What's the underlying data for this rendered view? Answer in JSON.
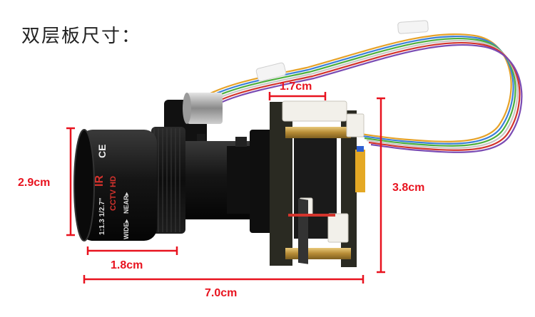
{
  "title": "双层板尺寸：",
  "dimensions": {
    "board_width": "1.7cm",
    "lens_height": "2.9cm",
    "board_height": "3.8cm",
    "lens_length": "1.8cm",
    "total_length": "7.0cm"
  },
  "lens_markings": {
    "ir": "IR",
    "ce": "CE",
    "cctv": "CCTV HD",
    "spec": "1:1.3  1/2.7\"",
    "near": "NEAR▸",
    "wide": "WIDE▸"
  },
  "colors": {
    "dimension": "#e8131f",
    "lens_body": "#151515",
    "pcb": "#2a2a22",
    "connector": "#f2f0ea"
  }
}
